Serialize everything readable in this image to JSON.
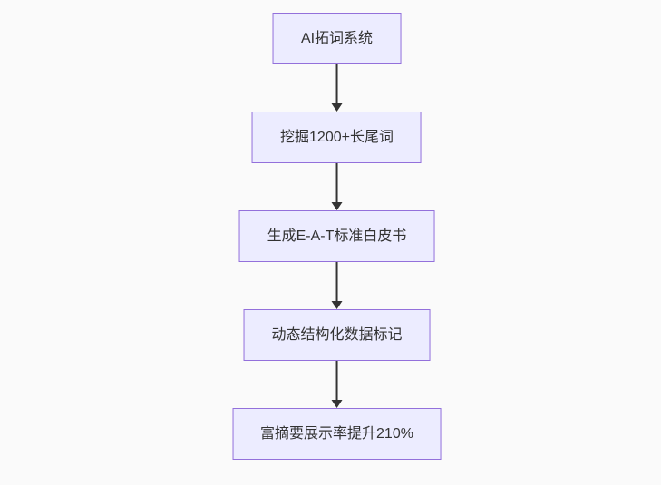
{
  "diagram": {
    "type": "flowchart",
    "direction": "top-down",
    "nodes": [
      {
        "id": "ai-word-expansion-system",
        "label": "AI拓词系统"
      },
      {
        "id": "longtail-keyword-mining",
        "label": "挖掘1200+长尾词"
      },
      {
        "id": "eat-standard-whitepaper",
        "label": "生成E-A-T标准白皮书"
      },
      {
        "id": "dynamic-structured-data-markup",
        "label": "动态结构化数据标记"
      },
      {
        "id": "rich-snippet-rate-increase",
        "label": "富摘要展示率提升210%"
      }
    ],
    "edges": [
      {
        "from": "ai-word-expansion-system",
        "to": "longtail-keyword-mining"
      },
      {
        "from": "longtail-keyword-mining",
        "to": "eat-standard-whitepaper"
      },
      {
        "from": "eat-standard-whitepaper",
        "to": "dynamic-structured-data-markup"
      },
      {
        "from": "dynamic-structured-data-markup",
        "to": "rich-snippet-rate-increase"
      }
    ],
    "colors": {
      "node_fill": "#ECECFF",
      "node_border": "#9370DB",
      "text": "#333333",
      "arrow": "#333333",
      "background": "#FAFAFA"
    }
  }
}
